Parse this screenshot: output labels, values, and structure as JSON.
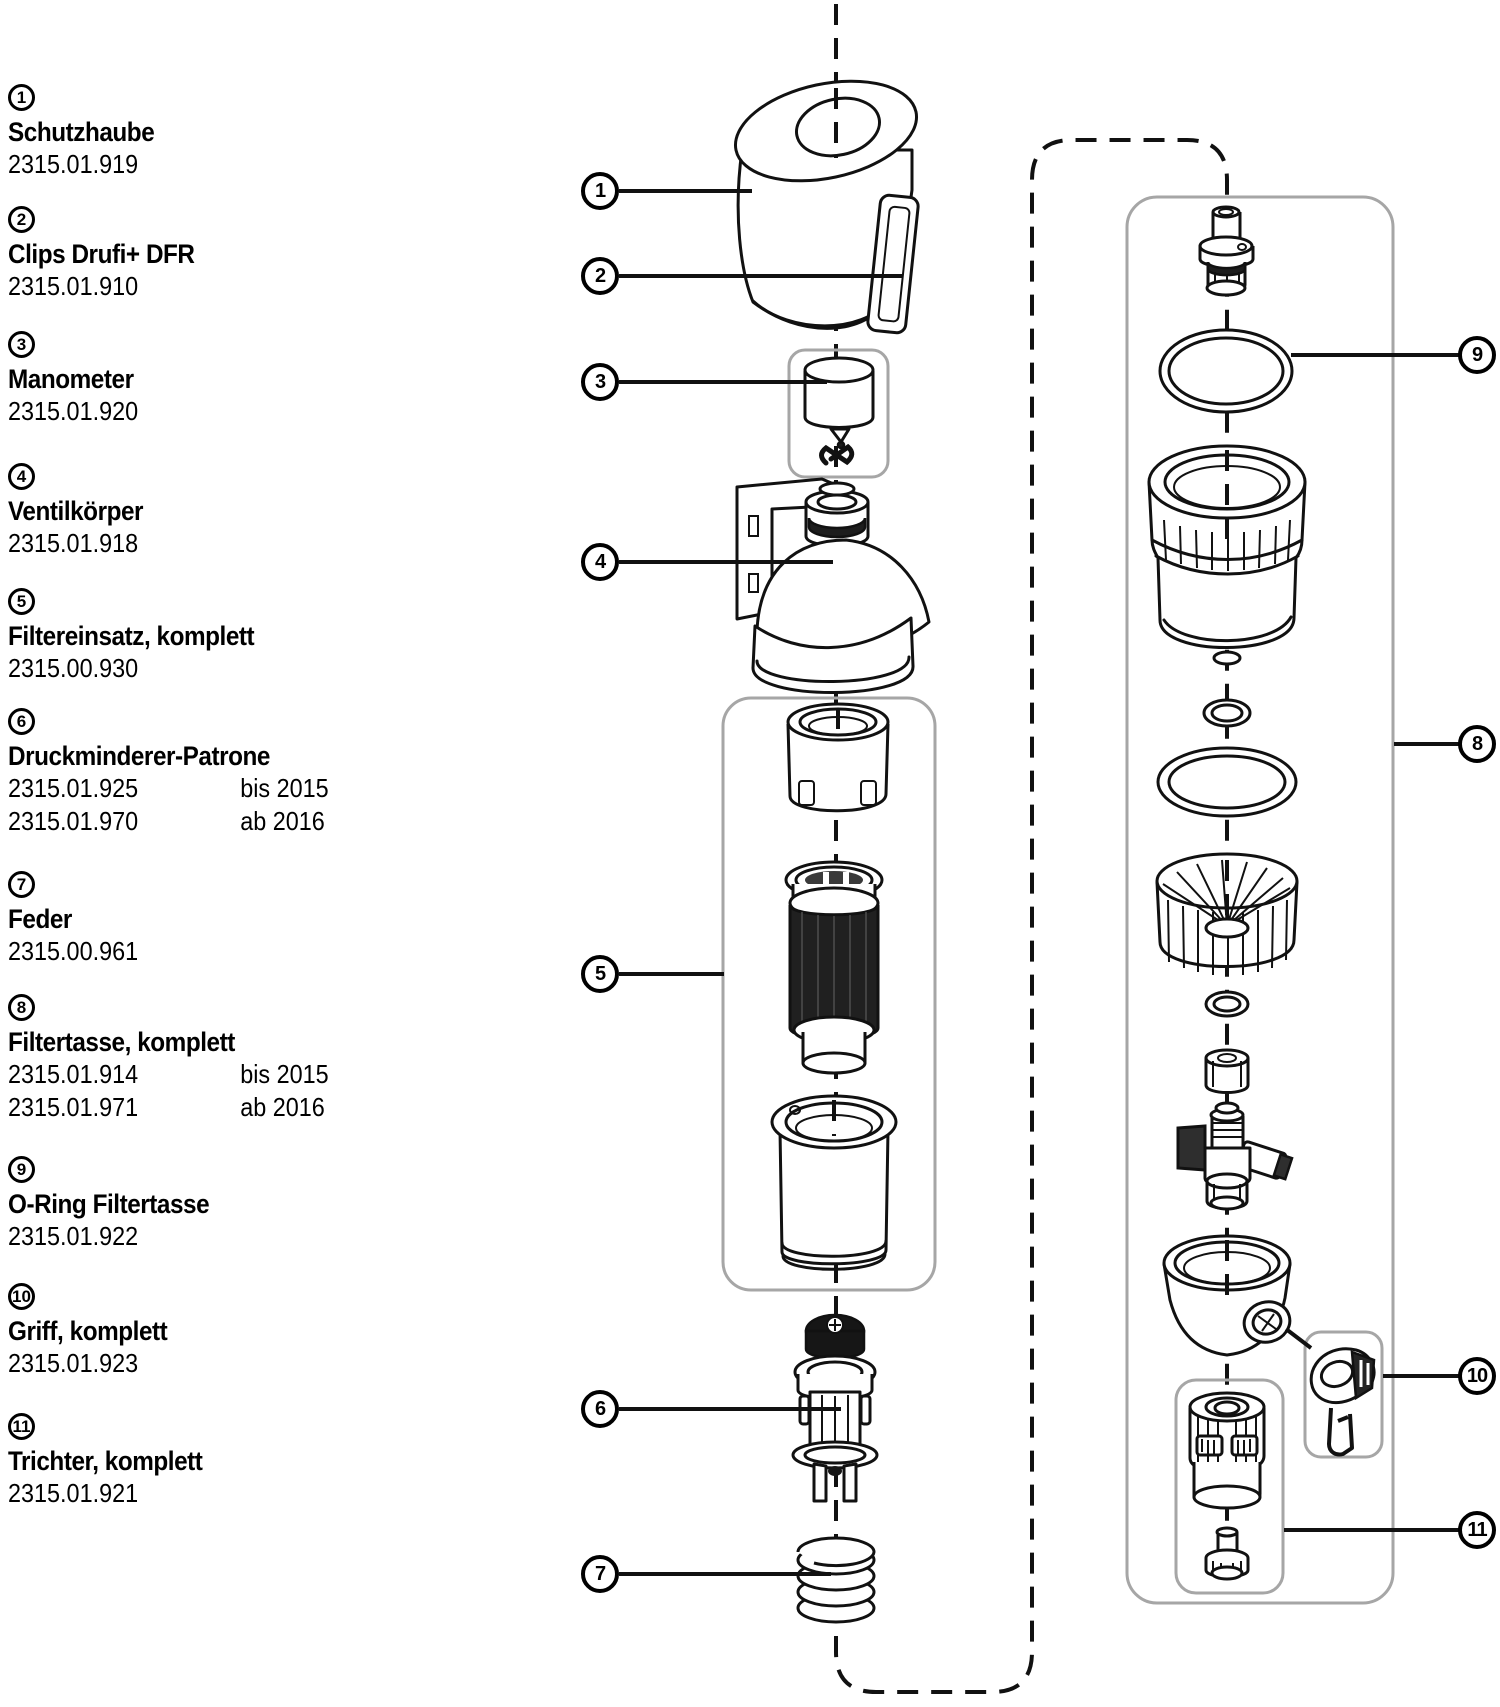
{
  "colors": {
    "line": "#111111",
    "box_border": "#a6a6a6",
    "background": "#ffffff",
    "dark_fill": "#1d1d1d"
  },
  "parts": [
    {
      "num": "1",
      "name": "Schutzhaube",
      "rows": [
        {
          "code": "2315.01.919",
          "note": ""
        }
      ]
    },
    {
      "num": "2",
      "name": "Clips Drufi+ DFR",
      "rows": [
        {
          "code": "2315.01.910",
          "note": ""
        }
      ]
    },
    {
      "num": "3",
      "name": "Manometer",
      "rows": [
        {
          "code": "2315.01.920",
          "note": ""
        }
      ]
    },
    {
      "num": "4",
      "name": "Ventilkörper",
      "rows": [
        {
          "code": "2315.01.918",
          "note": ""
        }
      ]
    },
    {
      "num": "5",
      "name": "Filtereinsatz, komplett",
      "rows": [
        {
          "code": "2315.00.930",
          "note": ""
        }
      ]
    },
    {
      "num": "6",
      "name": "Druckminderer-Patrone",
      "rows": [
        {
          "code": "2315.01.925",
          "note": "bis 2015"
        },
        {
          "code": "2315.01.970",
          "note": "ab 2016"
        }
      ]
    },
    {
      "num": "7",
      "name": "Feder",
      "rows": [
        {
          "code": "2315.00.961",
          "note": ""
        }
      ]
    },
    {
      "num": "8",
      "name": "Filtertasse, komplett",
      "rows": [
        {
          "code": "2315.01.914",
          "note": "bis 2015"
        },
        {
          "code": "2315.01.971",
          "note": "ab 2016"
        }
      ]
    },
    {
      "num": "9",
      "name": "O-Ring Filtertasse",
      "rows": [
        {
          "code": "2315.01.922",
          "note": ""
        }
      ]
    },
    {
      "num": "10",
      "name": "Griff, komplett",
      "rows": [
        {
          "code": "2315.01.923",
          "note": ""
        }
      ]
    },
    {
      "num": "11",
      "name": "Trichter, komplett",
      "rows": [
        {
          "code": "2315.01.921",
          "note": ""
        }
      ]
    }
  ]
}
